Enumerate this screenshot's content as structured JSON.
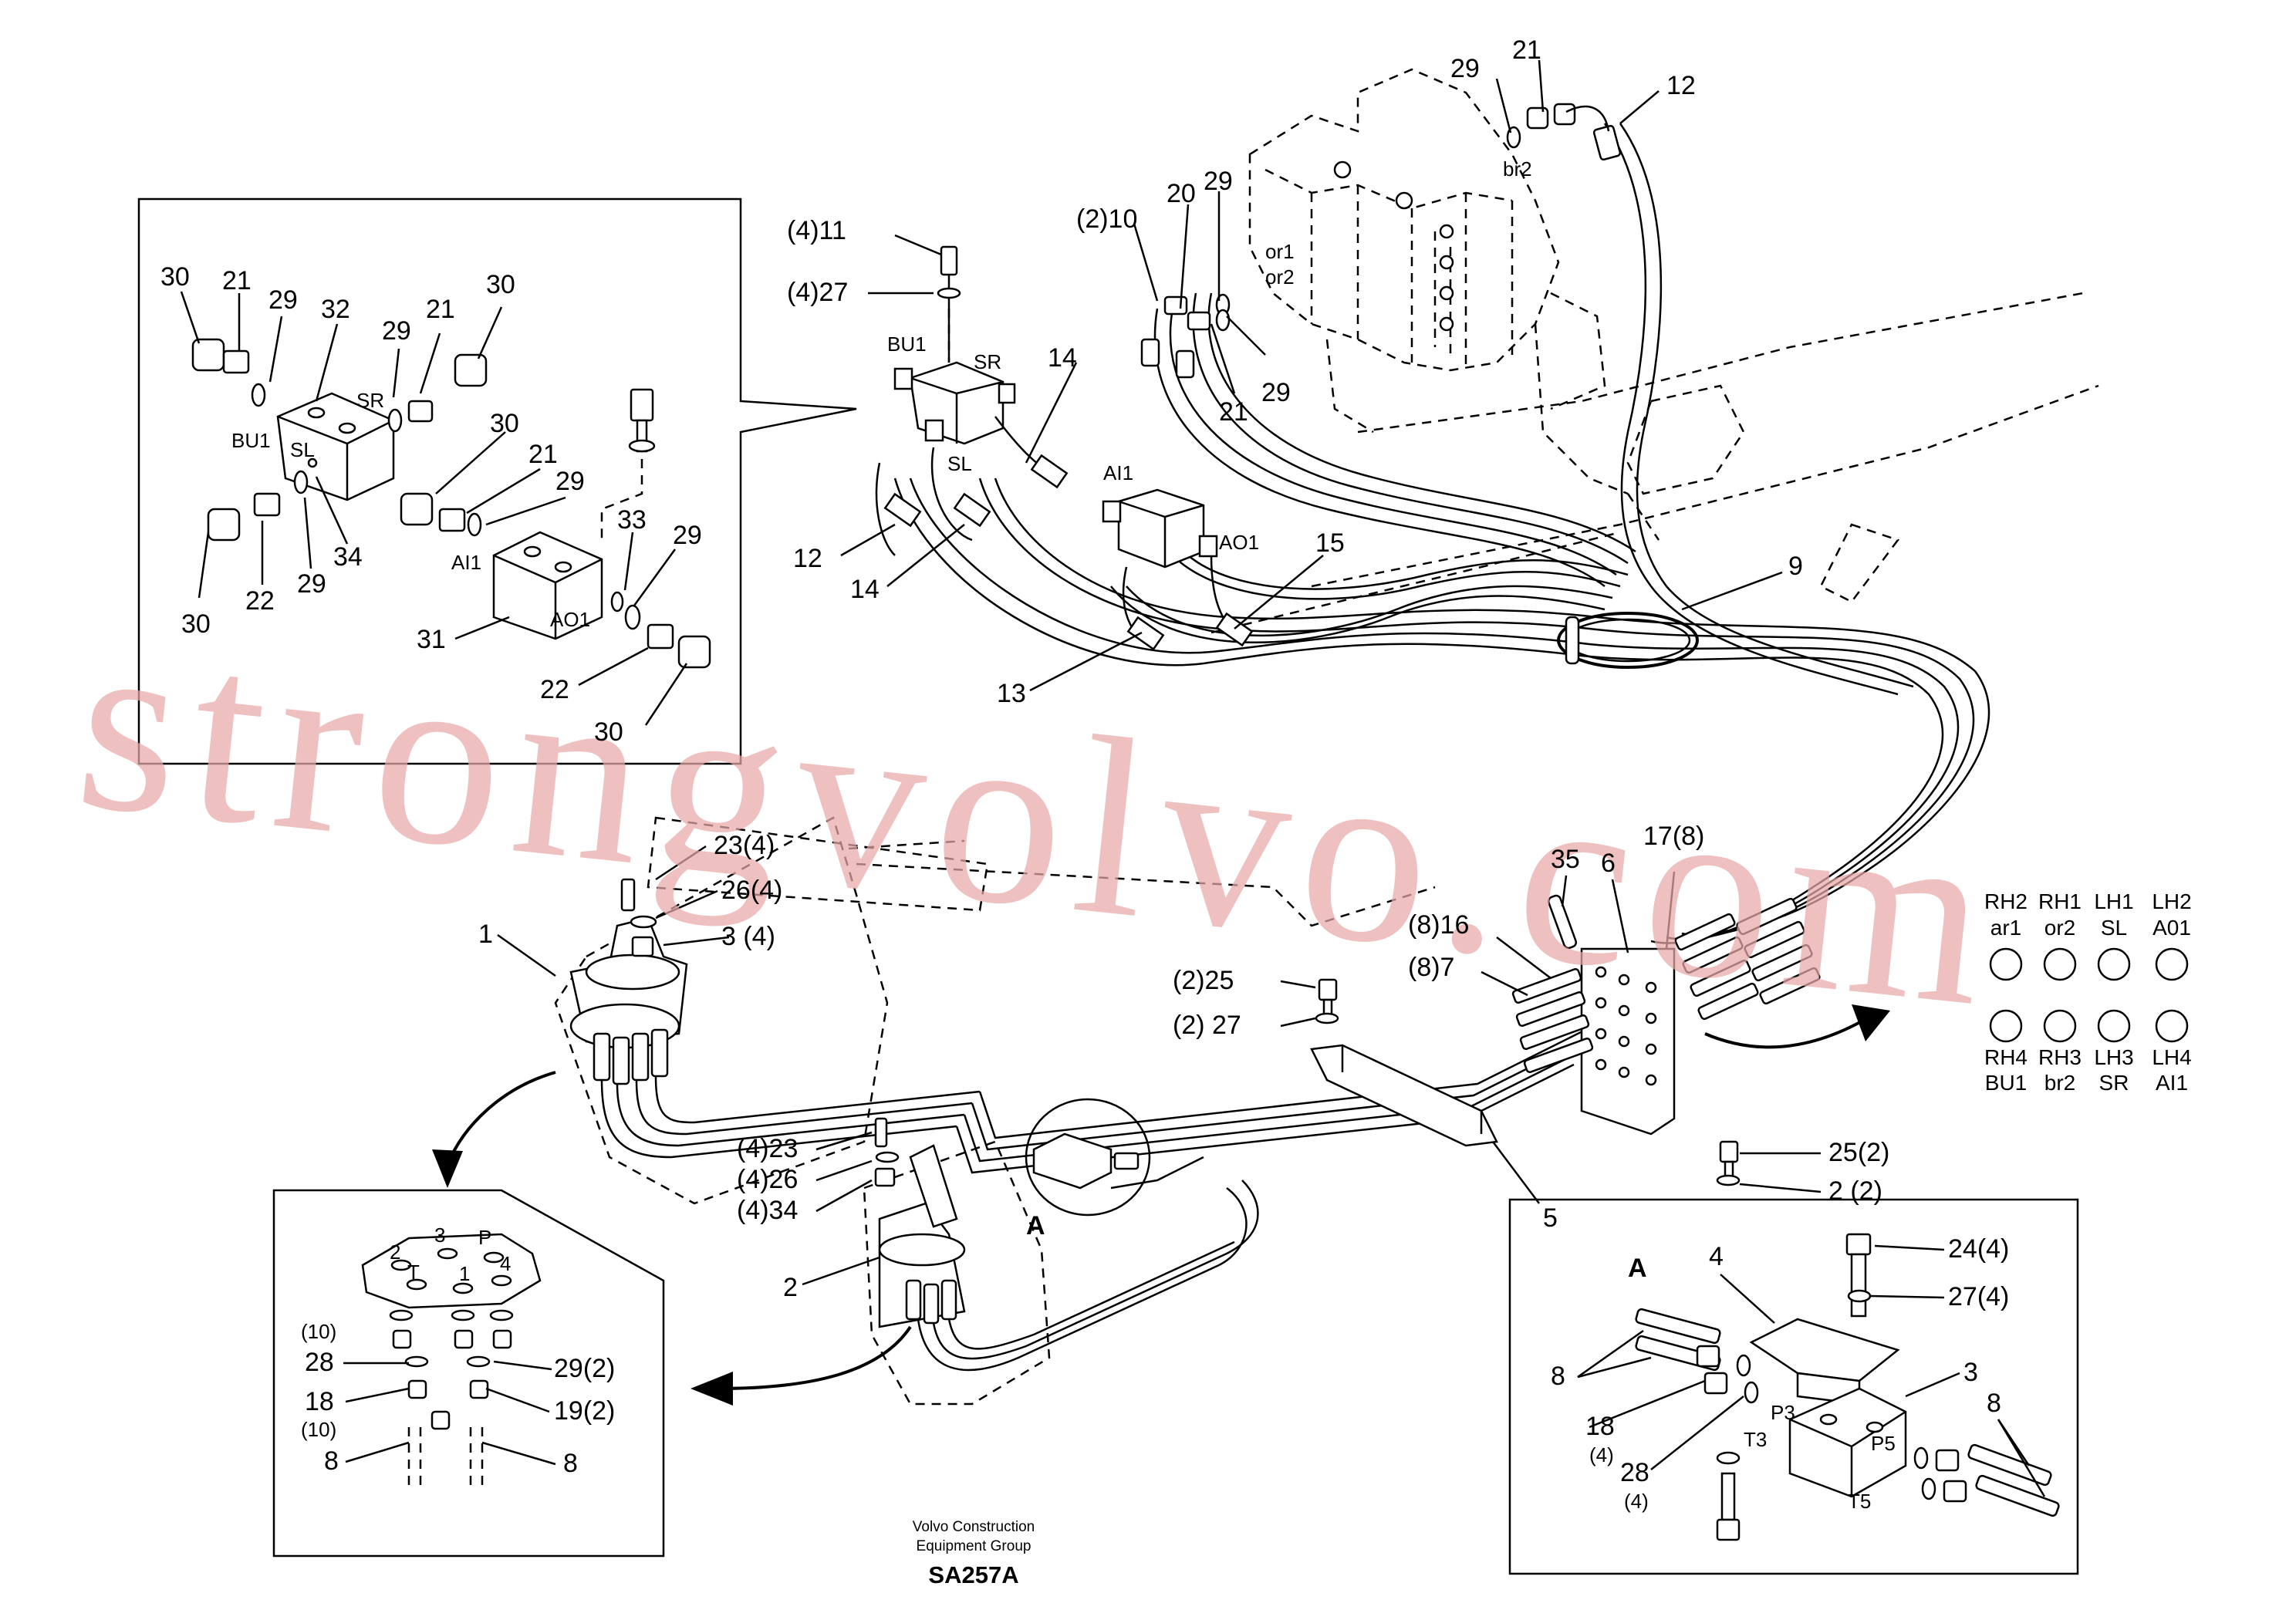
{
  "caption": {
    "line1": "Volvo Construction",
    "line2": "Equipment Group",
    "code": "SA257A"
  },
  "watermark": "strongvolvo.com",
  "main_labels": [
    "12",
    "29",
    "21",
    "20",
    "29",
    "(2)10",
    "29",
    "21",
    "(4)11",
    "(4)27",
    "BU1",
    "SR",
    "SL",
    "14",
    "12",
    "14",
    "AI1",
    "AO1",
    "15",
    "13",
    "9",
    "or1",
    "or2",
    "br2"
  ],
  "inset_valve_labels": [
    "30",
    "21",
    "29",
    "32",
    "29",
    "21",
    "30",
    "SR",
    "BU1",
    "SL",
    "30",
    "21",
    "29",
    "30",
    "22",
    "29",
    "34",
    "AI1",
    "31",
    "AO1",
    "33",
    "29",
    "22",
    "30"
  ],
  "lower_labels": [
    "23(4)",
    "26(4)",
    "3 (4)",
    "1",
    "(2)25",
    "(2) 27",
    "35",
    "6",
    "17(8)",
    "(8)16",
    "(8)7",
    "25(2)",
    "2 (2)",
    "5",
    "(4)23",
    "(4)26",
    "(4)34",
    "2",
    "A"
  ],
  "joystick_inset_labels": [
    "2",
    "3",
    "P",
    "4",
    "T",
    "1",
    "(10)",
    "28",
    "29(2)",
    "18",
    "19(2)",
    "(10)",
    "8",
    "8"
  ],
  "detail_a_labels": [
    "A",
    "4",
    "24(4)",
    "27(4)",
    "3",
    "8",
    "18",
    "(4)",
    "28",
    "(4)",
    "8",
    "P3",
    "T3",
    "P5",
    "T5"
  ],
  "port_legend": [
    {
      "top": "RH2",
      "sub": "ar1"
    },
    {
      "top": "RH1",
      "sub": "or2"
    },
    {
      "top": "LH1",
      "sub": "SL"
    },
    {
      "top": "LH2",
      "sub": "A01"
    },
    {
      "top": "RH4",
      "sub": "BU1"
    },
    {
      "top": "RH3",
      "sub": "br2"
    },
    {
      "top": "LH3",
      "sub": "SR"
    },
    {
      "top": "LH4",
      "sub": "AI1"
    }
  ]
}
